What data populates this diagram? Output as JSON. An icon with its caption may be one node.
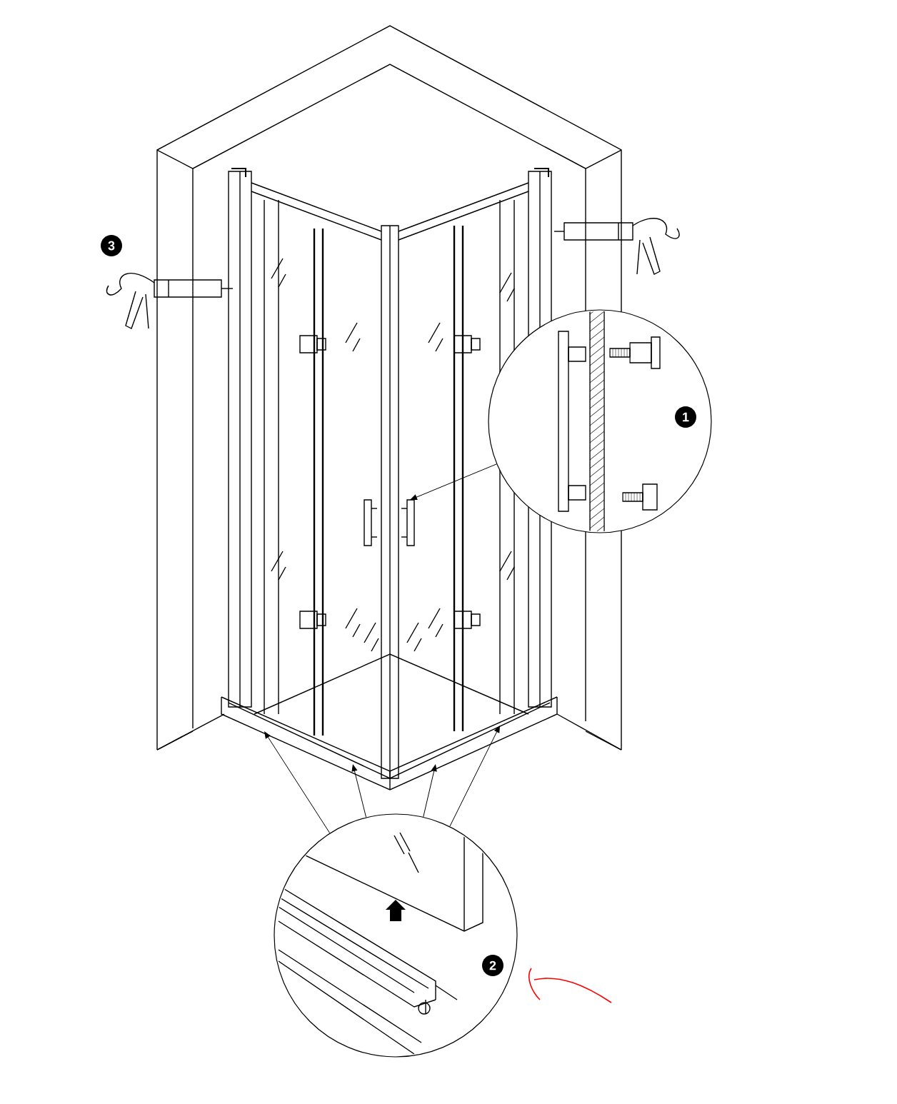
{
  "diagram": {
    "nodes": [
      {
        "text": [],
        "shape": "circle"
      },
      {
        "text": [],
        "shape": "circle"
      }
    ],
    "edges": [
      {
        "from": 0,
        "to": null,
        "arrow": "to"
      },
      {
        "from": 1,
        "to": null,
        "arrow": "to"
      },
      {
        "from": 1,
        "to": null,
        "arrow": "to"
      },
      {
        "from": 1,
        "to": null,
        "arrow": "to"
      },
      {
        "from": 1,
        "to": null,
        "arrow": "to"
      }
    ],
    "labels": [
      "3",
      "1",
      "2"
    ]
  }
}
